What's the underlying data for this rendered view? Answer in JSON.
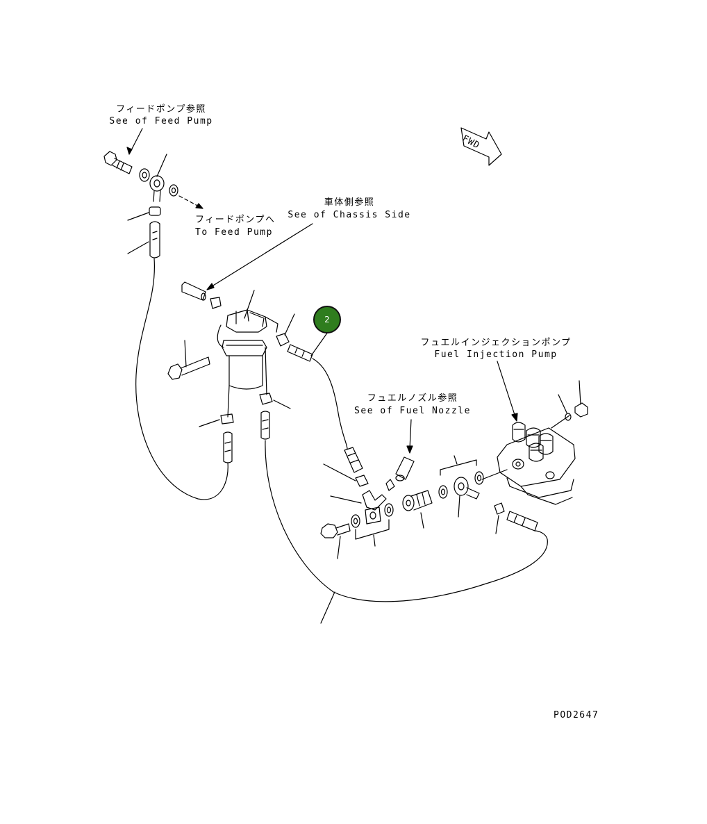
{
  "labels": {
    "feed_pump_jp": "フィードポンプ参照",
    "feed_pump_en": "See of Feed Pump",
    "to_feed_pump_jp": "フィードポンプへ",
    "to_feed_pump_en": "To Feed Pump",
    "chassis_jp": "車体側参照",
    "chassis_en": "See of Chassis Side",
    "fuel_nozzle_jp": "フュエルノズル参照",
    "fuel_nozzle_en": "See of Fuel Nozzle",
    "injection_pump_jp": "フュエルインジェクションポンプ",
    "injection_pump_en": "Fuel Injection Pump",
    "fwd": "FWD",
    "drawing_id": "POD2647"
  },
  "callouts": [
    {
      "number": "2",
      "color": "#2f7d1e"
    }
  ]
}
